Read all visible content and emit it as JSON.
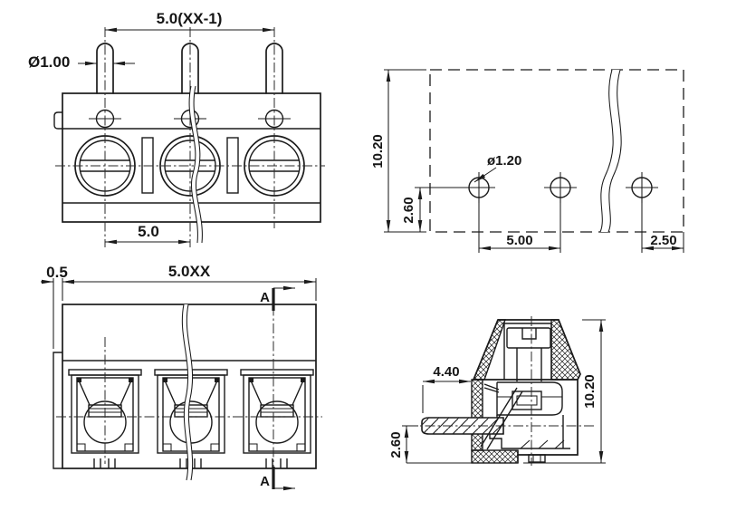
{
  "drawing": {
    "background": "#ffffff",
    "line_color": "#1b1b1b",
    "views": {
      "front": {
        "dim_pitch_overall": "5.0(XX-1)",
        "dim_pin_diameter": "Ø1.00",
        "dim_pitch": "5.0"
      },
      "footprint": {
        "dim_height": "10.20",
        "dim_hole_diameter": "ø1.20",
        "dim_hole_offset": "2.60",
        "dim_hole_pitch": "5.00",
        "dim_edge_margin": "2.50"
      },
      "top": {
        "dim_wall": "0.5",
        "dim_overall_width": "5.0XX",
        "section_marker_top": "A",
        "section_marker_bottom": "A"
      },
      "section": {
        "dim_opening_depth": "4.40",
        "dim_height": "10.20",
        "dim_pin_offset": "2.60"
      }
    }
  }
}
